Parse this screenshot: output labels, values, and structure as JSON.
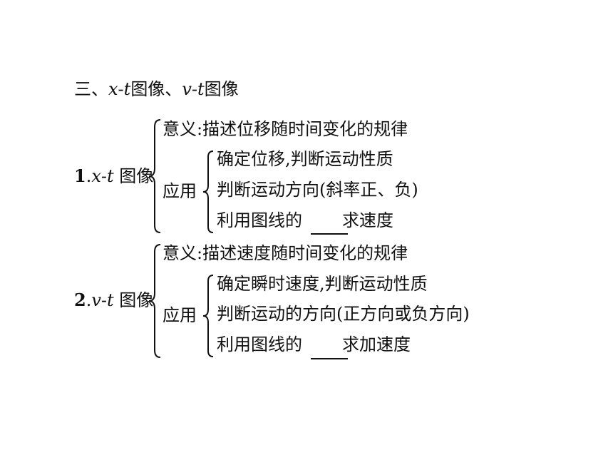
{
  "section_heading": {
    "prefix": "三、",
    "xt_x": "x",
    "xt_dash": "-",
    "xt_t": "t",
    "xt_suffix": "图像、",
    "vt_v": "v",
    "vt_dash": "-",
    "vt_t": "t",
    "vt_suffix": "图像"
  },
  "xt_block": {
    "num": "1",
    "dot": ".",
    "var_x": "x",
    "dash": "-",
    "var_t": "t",
    "label": " 图像",
    "meaning": "意义:描述位移随时间变化的规律",
    "application_label": "应用",
    "applications": [
      "确定位移,判断运动性质",
      "判断运动方向(斜率正、负)"
    ],
    "last_app_before": "利用图线的",
    "last_app_after": "求速度"
  },
  "vt_block": {
    "num": "2",
    "dot": ".",
    "var_v": "v",
    "dash": "-",
    "var_t": "t",
    "label": " 图像",
    "meaning": "意义:描述速度随时间变化的规律",
    "application_label": "应用",
    "applications": [
      "确定瞬时速度,判断运动性质",
      "判断运动的方向(正方向或负方向)"
    ],
    "last_app_before": "利用图线的",
    "last_app_after": "求加速度"
  }
}
